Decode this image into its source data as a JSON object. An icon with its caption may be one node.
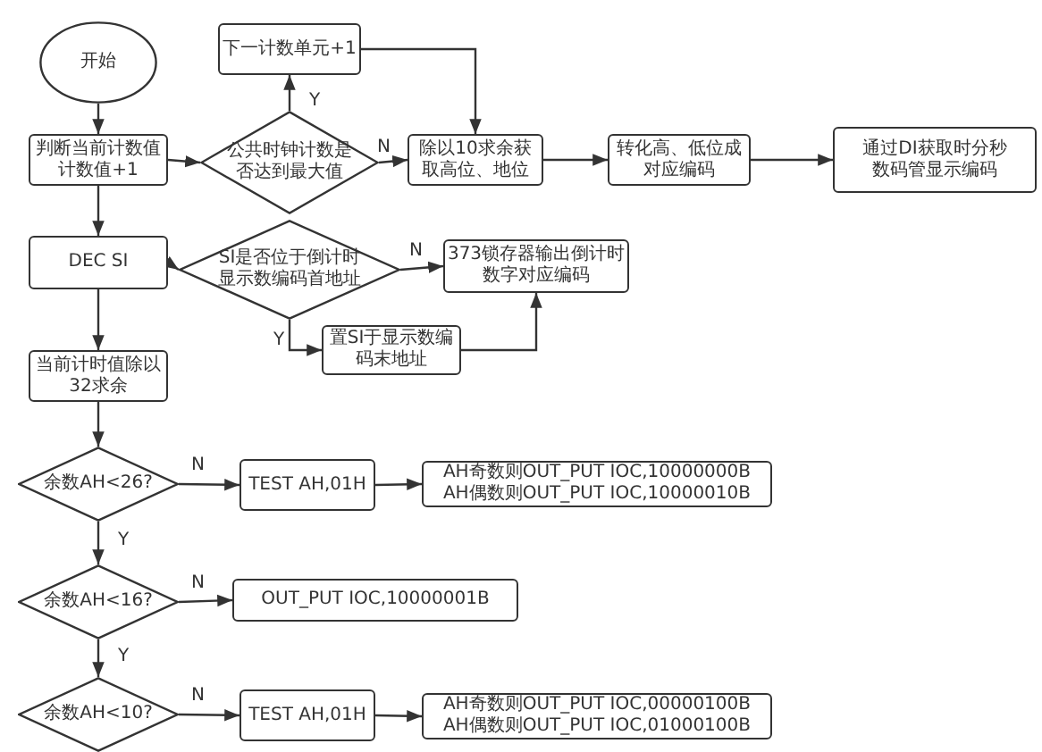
{
  "diagram": {
    "nodes": [
      {
        "text": [
          "开始"
        ]
      },
      {
        "text": [
          "判断当前计数值计数值+1"
        ]
      },
      {
        "text": [
          "公共时钟计数是否达到最大值"
        ]
      },
      {
        "text": [
          "下一计数单元+1"
        ]
      },
      {
        "text": [
          "除以10求余获取高位、地位"
        ]
      },
      {
        "text": [
          "转化高、低位成对应编码"
        ]
      },
      {
        "text": [
          "通过DI获取时分秒数码管显示编码"
        ]
      },
      {
        "text": [
          "DEC SI"
        ]
      },
      {
        "text": [
          "SI是否位于倒计时显示数编码首地址"
        ]
      },
      {
        "text": [
          "373锁存器输出倒计时数字对应编码"
        ]
      },
      {
        "text": [
          "置SI于显示数编码末地址"
        ]
      },
      {
        "text": [
          "当前计时值除以32求余"
        ]
      },
      {
        "text": [
          "余数AH<26?"
        ]
      },
      {
        "text": [
          "TEST AH,01H"
        ]
      },
      {
        "text": [
          "AH奇数则OUT_PUT IOC,10000000B",
          "AH偶数则OUT_PUT IOC,10000010B"
        ]
      },
      {
        "text": [
          "余数AH<16?"
        ]
      },
      {
        "text": [
          "OUT_PUT IOC,10000001B"
        ]
      },
      {
        "text": [
          "余数AH<10?"
        ]
      },
      {
        "text": [
          "TEST AH,01H"
        ]
      },
      {
        "text": [
          "AH奇数则OUT_PUT IOC,00000100B",
          "AH偶数则OUT_PUT IOC,01000100B"
        ]
      }
    ],
    "edges": [
      {
        "from": 0,
        "to": 1,
        "arrow": "to"
      },
      {
        "from": 1,
        "to": 2,
        "arrow": "to"
      },
      {
        "from": 2,
        "to": 3,
        "arrow": "to",
        "label": "Y"
      },
      {
        "from": 2,
        "to": 4,
        "arrow": "to",
        "label": "N"
      },
      {
        "from": 3,
        "to": 4,
        "arrow": "to"
      },
      {
        "from": 4,
        "to": 5,
        "arrow": "to"
      },
      {
        "from": 5,
        "to": 6,
        "arrow": "to"
      },
      {
        "from": 1,
        "to": 7,
        "arrow": "to"
      },
      {
        "from": 7,
        "to": 8,
        "arrow": "to"
      },
      {
        "from": 8,
        "to": 9,
        "arrow": "to",
        "label": "N"
      },
      {
        "from": 8,
        "to": 10,
        "arrow": "to",
        "label": "Y"
      },
      {
        "from": 10,
        "to": 9,
        "arrow": "to"
      },
      {
        "from": 7,
        "to": 11,
        "arrow": "to"
      },
      {
        "from": 11,
        "to": 12,
        "arrow": "to"
      },
      {
        "from": 12,
        "to": 13,
        "arrow": "to",
        "label": "N"
      },
      {
        "from": 13,
        "to": 14,
        "arrow": "to"
      },
      {
        "from": 12,
        "to": 15,
        "arrow": "to",
        "label": "Y"
      },
      {
        "from": 15,
        "to": 16,
        "arrow": "to",
        "label": "N"
      },
      {
        "from": 15,
        "to": 17,
        "arrow": "to",
        "label": "Y"
      },
      {
        "from": 17,
        "to": 18,
        "arrow": "to",
        "label": "N"
      },
      {
        "from": 18,
        "to": 19,
        "arrow": "to"
      }
    ]
  }
}
